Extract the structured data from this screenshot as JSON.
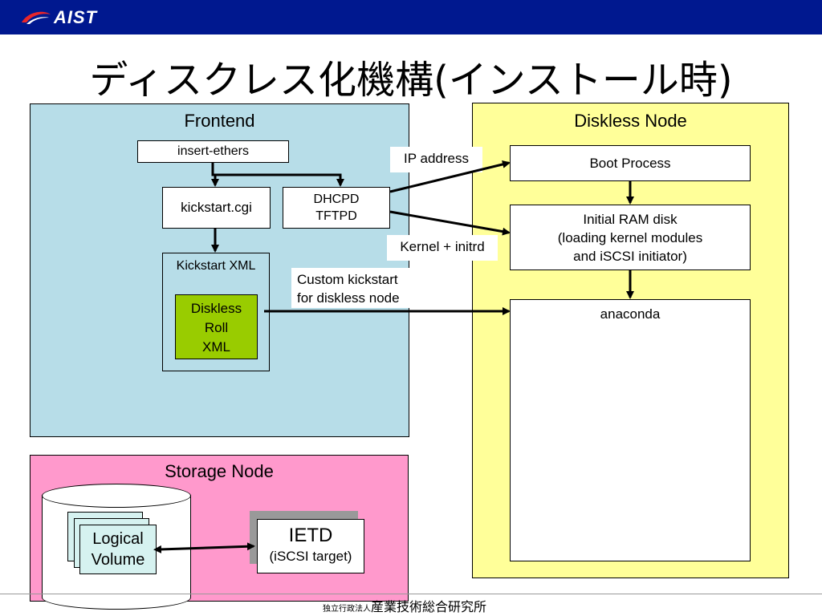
{
  "header": {
    "logo_text": "AIST",
    "logo_icon": "aist-swoosh-logo"
  },
  "title": "ディスクレス化機構(インストール時)",
  "frontend": {
    "title": "Frontend",
    "insert_ethers": "insert-ethers",
    "kickstart_cgi": "kickstart.cgi",
    "dhcpd": "DHCPD",
    "tftpd": "TFTPD",
    "kickstart_xml": "Kickstart XML",
    "diskless_roll": [
      "Diskless",
      "Roll",
      "XML"
    ]
  },
  "labels": {
    "ip_address": "IP address",
    "kernel_initrd": "Kernel + initrd",
    "custom_kickstart": [
      "Custom kickstart",
      "for diskless node"
    ]
  },
  "diskless_node": {
    "title": "Diskless Node",
    "boot_process": "Boot Process",
    "initial_ram": [
      "Initial RAM disk",
      "(loading kernel modules",
      "and iSCSI initiator)"
    ],
    "anaconda": "anaconda"
  },
  "storage_node": {
    "title": "Storage Node",
    "logical_volume": [
      "Logical",
      "Volume"
    ],
    "ietd": "IETD",
    "ietd_sub": "(iSCSI target)"
  },
  "footer": {
    "prefix": "独立行政法人",
    "name": "産業技術総合研究所"
  },
  "colors": {
    "header_bar": "#00188f",
    "frontend_bg": "#b7dde8",
    "diskless_bg": "#ffff99",
    "storage_bg": "#ff99cc",
    "roll_bg": "#99cc00",
    "logo_red": "#e8262b"
  }
}
